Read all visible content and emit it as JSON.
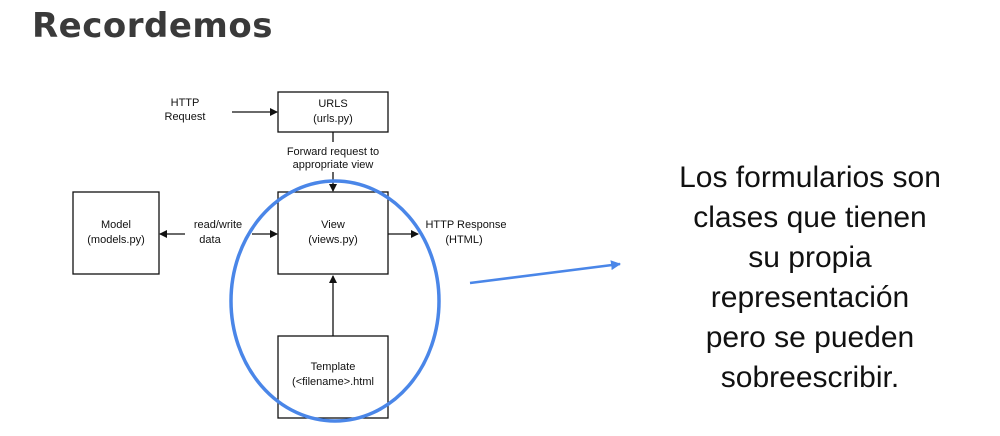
{
  "title": "Recordemos",
  "diagram": {
    "http_request": [
      "HTTP",
      "Request"
    ],
    "urls": [
      "URLS",
      "(urls.py)"
    ],
    "forward": [
      "Forward request to",
      "appropriate view"
    ],
    "model": [
      "Model",
      "(models.py)"
    ],
    "readwrite": [
      "read/write",
      "data"
    ],
    "view": [
      "View",
      "(views.py)"
    ],
    "http_response": [
      "HTTP Response",
      "(HTML)"
    ],
    "template": [
      "Template",
      "(<filename>.html"
    ]
  },
  "note_lines": [
    "Los formularios son",
    "clases que tienen",
    "su propia",
    "representación",
    "pero se pueden",
    "sobreescribir."
  ],
  "colors": {
    "highlight": "#4a86e8",
    "title": "#3a3a3a"
  }
}
